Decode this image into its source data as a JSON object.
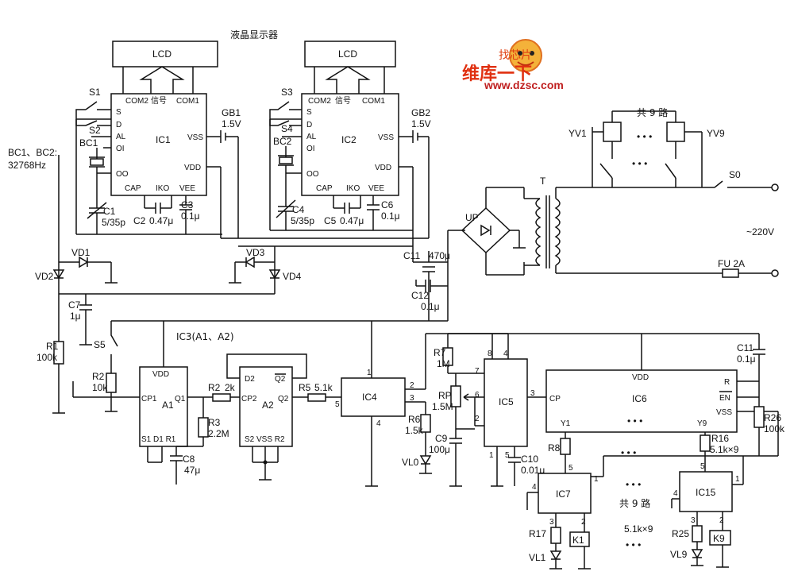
{
  "title": "液晶显示器",
  "watermark": {
    "brand_cn": "维库一下",
    "badge": "找芯片",
    "url": "www.dzsc.com"
  },
  "lcd": "LCD",
  "ic1": {
    "name": "IC1",
    "com2": "COM2",
    "signal": "信号",
    "com1": "COM1",
    "s": "S",
    "d": "D",
    "al": "AL",
    "oi": "OI",
    "oo": "OO",
    "vss": "VSS",
    "vdd": "VDD",
    "cap": "CAP",
    "iko": "IKO",
    "vee": "VEE"
  },
  "ic2": {
    "name": "IC2"
  },
  "labels": {
    "s1": "S1",
    "s2": "S2",
    "s3": "S3",
    "s4": "S4",
    "s5": "S5",
    "bc1": "BC1",
    "bc2": "BC2",
    "bc_note": "BC1、BC2:",
    "freq": "32768Hz",
    "gb1": "GB1",
    "gb2": "GB2",
    "v15a": "1.5V",
    "v15b": "1.5V",
    "c1": "C1",
    "c1v": "5/35p",
    "c2": "C2",
    "c2v": "0.47μ",
    "c3": "C3",
    "c3v": "0.1μ",
    "c4": "C4",
    "c4v": "5/35p",
    "c5": "C5",
    "c5v": "0.47μ",
    "c6": "C6",
    "c6v": "0.1μ",
    "vd1": "VD1",
    "vd2": "VD2",
    "vd3": "VD3",
    "vd4": "VD4",
    "c7": "C7",
    "c7v": "1μ",
    "r1": "R1",
    "r1v": "100k",
    "r2": "R2",
    "r2v": "10k",
    "c11a": "C11",
    "c11av": "470μ",
    "c12": "C12",
    "c12v": "0.1μ",
    "up": "UP",
    "t": "T",
    "s0": "S0",
    "ac": "~220V",
    "fu": "FU  2A",
    "yv1": "YV1",
    "yv9": "YV9",
    "nine_way": "共 9 路",
    "dots": "• • •",
    "ic3": "IC3(A1、A2)",
    "vdd": "VDD",
    "cp1": "CP1",
    "a1": "A1",
    "q1": "Q1",
    "s1d1r1": "S1  D1  R1",
    "r2b": "R2",
    "r2bv": "2k",
    "r3": "R3",
    "r3v": "2.2M",
    "c8": "C8",
    "c8v": "47μ",
    "d2": "D2",
    "q2bar": "Q2",
    "cp2": "CP2",
    "a2": "A2",
    "q2": "Q2",
    "s2vssr2": "S2 VSS R2",
    "r5": "R5",
    "r5v": "5.1k",
    "ic4": "IC4",
    "r6": "R6",
    "r6v": "1.5k",
    "vl0": "VL0",
    "r7": "R7",
    "r7v": "1M",
    "rp": "RP",
    "rpv": "1.5M",
    "c9": "C9",
    "c9v": "100μ",
    "ic5": "IC5",
    "c10": "C10",
    "c10v": "0.01μ",
    "ic6": "IC6",
    "cp": "CP",
    "r": "R",
    "en": "EN",
    "vss": "VSS",
    "y1": "Y1",
    "y9": "Y9",
    "c11b": "C11",
    "c11bv": "0.1μ",
    "r26": "R26",
    "r26v": "100k",
    "r8": "R8",
    "r16": "R16",
    "r16v": "5.1k×9",
    "ic7": "IC7",
    "ic15": "IC15",
    "r17": "R17",
    "r25": "R25",
    "vl1": "VL1",
    "vl9": "VL9",
    "k1": "K1",
    "k9": "K9",
    "nine_way2": "共 9 路",
    "r_note": "5.1k×9",
    "p1": "1",
    "p2": "2",
    "p3": "3",
    "p4": "4",
    "p5": "5",
    "p6": "6",
    "p7": "7",
    "p8": "8"
  }
}
